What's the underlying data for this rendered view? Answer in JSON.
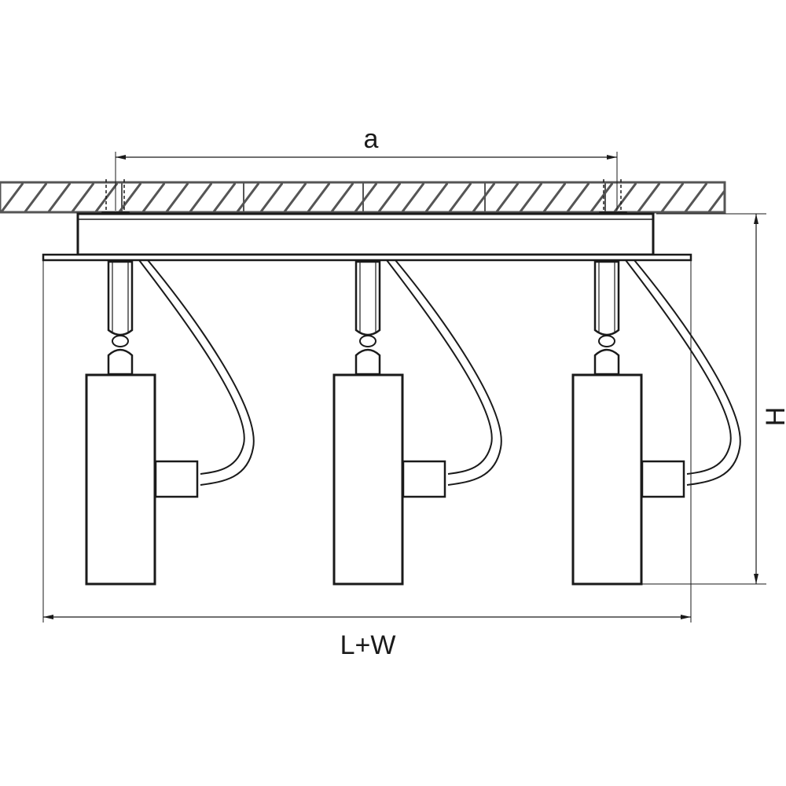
{
  "diagram": {
    "dimensions": {
      "mount_spacing_label": "a",
      "overall_length_label": "L+W",
      "height_label": "H"
    },
    "spotlights": [
      {
        "id": "spot-1"
      },
      {
        "id": "spot-2"
      },
      {
        "id": "spot-3"
      }
    ],
    "colors": {
      "line": "#1a1a1a",
      "hatch": "#555555",
      "background": "#ffffff"
    }
  }
}
